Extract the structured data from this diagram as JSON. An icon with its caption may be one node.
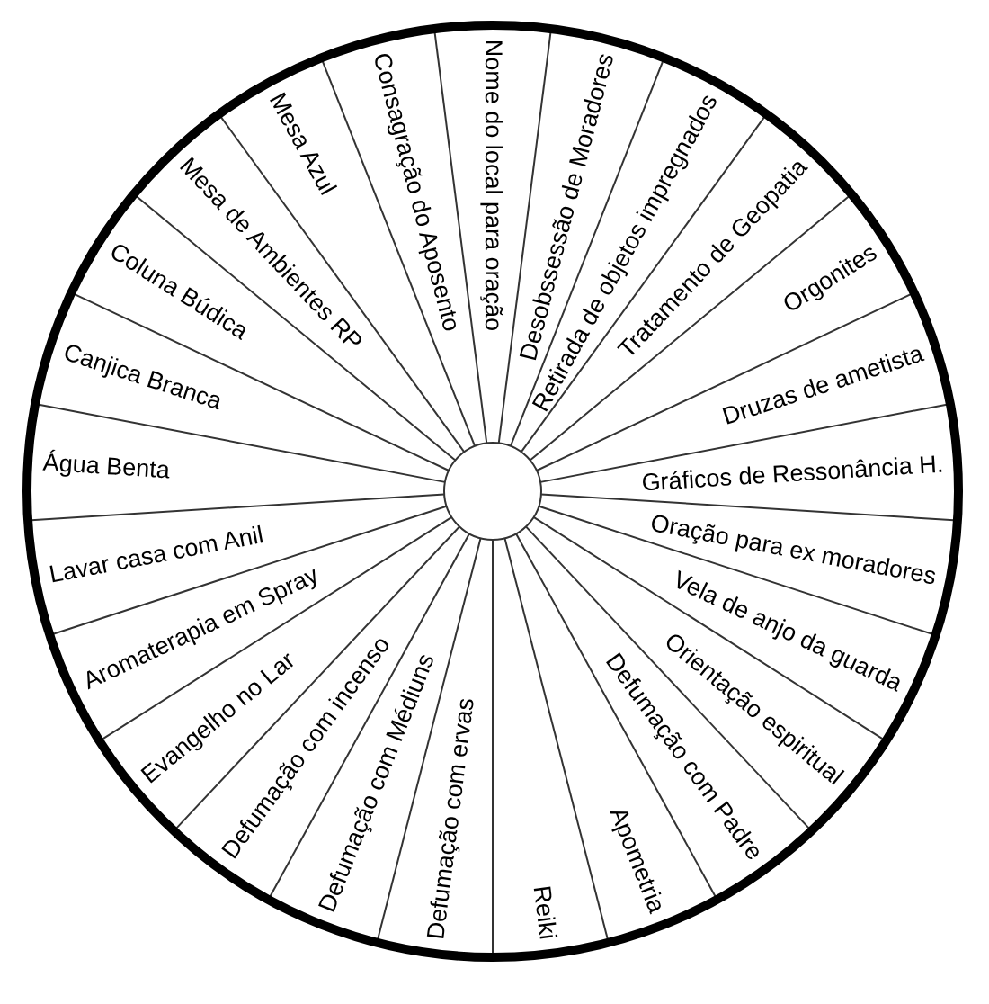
{
  "diagram": {
    "nodes": [
      {
        "text": [
          "Nome do local para oração"
        ]
      },
      {
        "text": [
          "Desobssessão de Moradores"
        ]
      },
      {
        "text": [
          "Retirada de objetos impregnados"
        ]
      },
      {
        "text": [
          "Tratamento de Geopatia"
        ]
      },
      {
        "text": [
          "Orgonites"
        ]
      },
      {
        "text": [
          "Druzas de ametista"
        ]
      },
      {
        "text": [
          "Gráficos de Ressonância H."
        ]
      },
      {
        "text": [
          "Oração para ex moradores"
        ]
      },
      {
        "text": [
          "Vela de anjo da guarda"
        ]
      },
      {
        "text": [
          "Orientação espiritual"
        ]
      },
      {
        "text": [
          "Defumação com Padre"
        ]
      },
      {
        "text": [
          "Apometria"
        ]
      },
      {
        "text": [
          "Reiki"
        ]
      },
      {
        "text": [
          "Defumação com ervas"
        ]
      },
      {
        "text": [
          "Defumação com Médiuns"
        ]
      },
      {
        "text": [
          "Defumação com incenso"
        ]
      },
      {
        "text": [
          "Evangelho no Lar"
        ]
      },
      {
        "text": [
          "Aromaterapia em Spray"
        ]
      },
      {
        "text": [
          "Lavar casa com Anil"
        ]
      },
      {
        "text": [
          "Água Benta"
        ]
      },
      {
        "text": [
          "Canjica Branca"
        ]
      },
      {
        "text": [
          "Coluna Búdica"
        ]
      },
      {
        "text": [
          "Mesa de Ambientes RP"
        ]
      },
      {
        "text": [
          "Mesa Azul"
        ]
      },
      {
        "text": [
          "Consagração do Aposento"
        ]
      }
    ]
  }
}
